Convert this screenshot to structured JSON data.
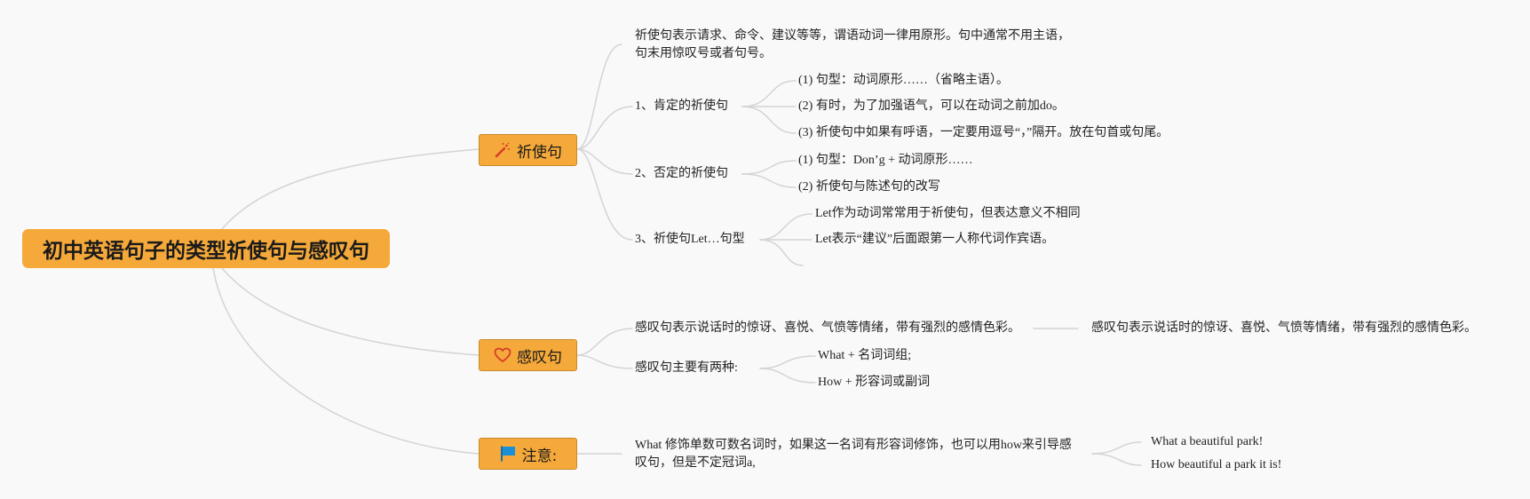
{
  "root": {
    "label": "初中英语句子的类型祈使句与感叹句"
  },
  "topics": {
    "imperative": {
      "label": "祈使句",
      "icon": "magic-wand-icon",
      "intro_line1": "祈使句表示请求、命令、建议等等，谓语动词一律用原形。句中通常不用主语，",
      "intro_line2": "句末用惊叹号或者句号。",
      "affirmative": {
        "label": "1、肯定的祈使句",
        "items": [
          "(1) 句型：动词原形……（省略主语）。",
          "(2) 有时，为了加强语气，可以在动词之前加do。",
          "(3) 祈使句中如果有呼语，一定要用逗号“，”隔开。放在句首或句尾。"
        ]
      },
      "negative": {
        "label": "2、否定的祈使句",
        "items": [
          "(1) 句型：Don’g + 动词原形……",
          "(2) 祈使句与陈述句的改写"
        ]
      },
      "let": {
        "label": "3、祈使句Let…句型",
        "items": [
          "Let作为动词常常用于祈使句，但表达意义不相同",
          "Let表示“建议”后面跟第一人称代词作宾语。"
        ]
      }
    },
    "exclamatory": {
      "label": "感叹句",
      "icon": "heart-icon",
      "definition": "感叹句表示说话时的惊讶、喜悦、气愤等情绪，带有强烈的感情色彩。",
      "definition_repeat": "感叹句表示说话时的惊讶、喜悦、气愤等情绪，带有强烈的感情色彩。",
      "types": {
        "label": "感叹句主要有两种:",
        "items": [
          "What + 名词词组;",
          "How + 形容词或副词"
        ]
      }
    },
    "note": {
      "label": "注意:",
      "icon": "flag-icon",
      "text_line1": "What 修饰单数可数名词时，如果这一名词有形容词修饰，也可以用how来引导感",
      "text_line2": "叹句，但是不定冠词a,",
      "examples": [
        "What a beautiful park!",
        "How beautiful a park it is!"
      ]
    }
  },
  "colors": {
    "node_fill": "#f5a93a",
    "node_border": "#c8892b",
    "link": "#d4d4d4",
    "background": "#f9f9f9",
    "icon_red": "#d93a2b",
    "icon_blue": "#1b8fd6"
  }
}
